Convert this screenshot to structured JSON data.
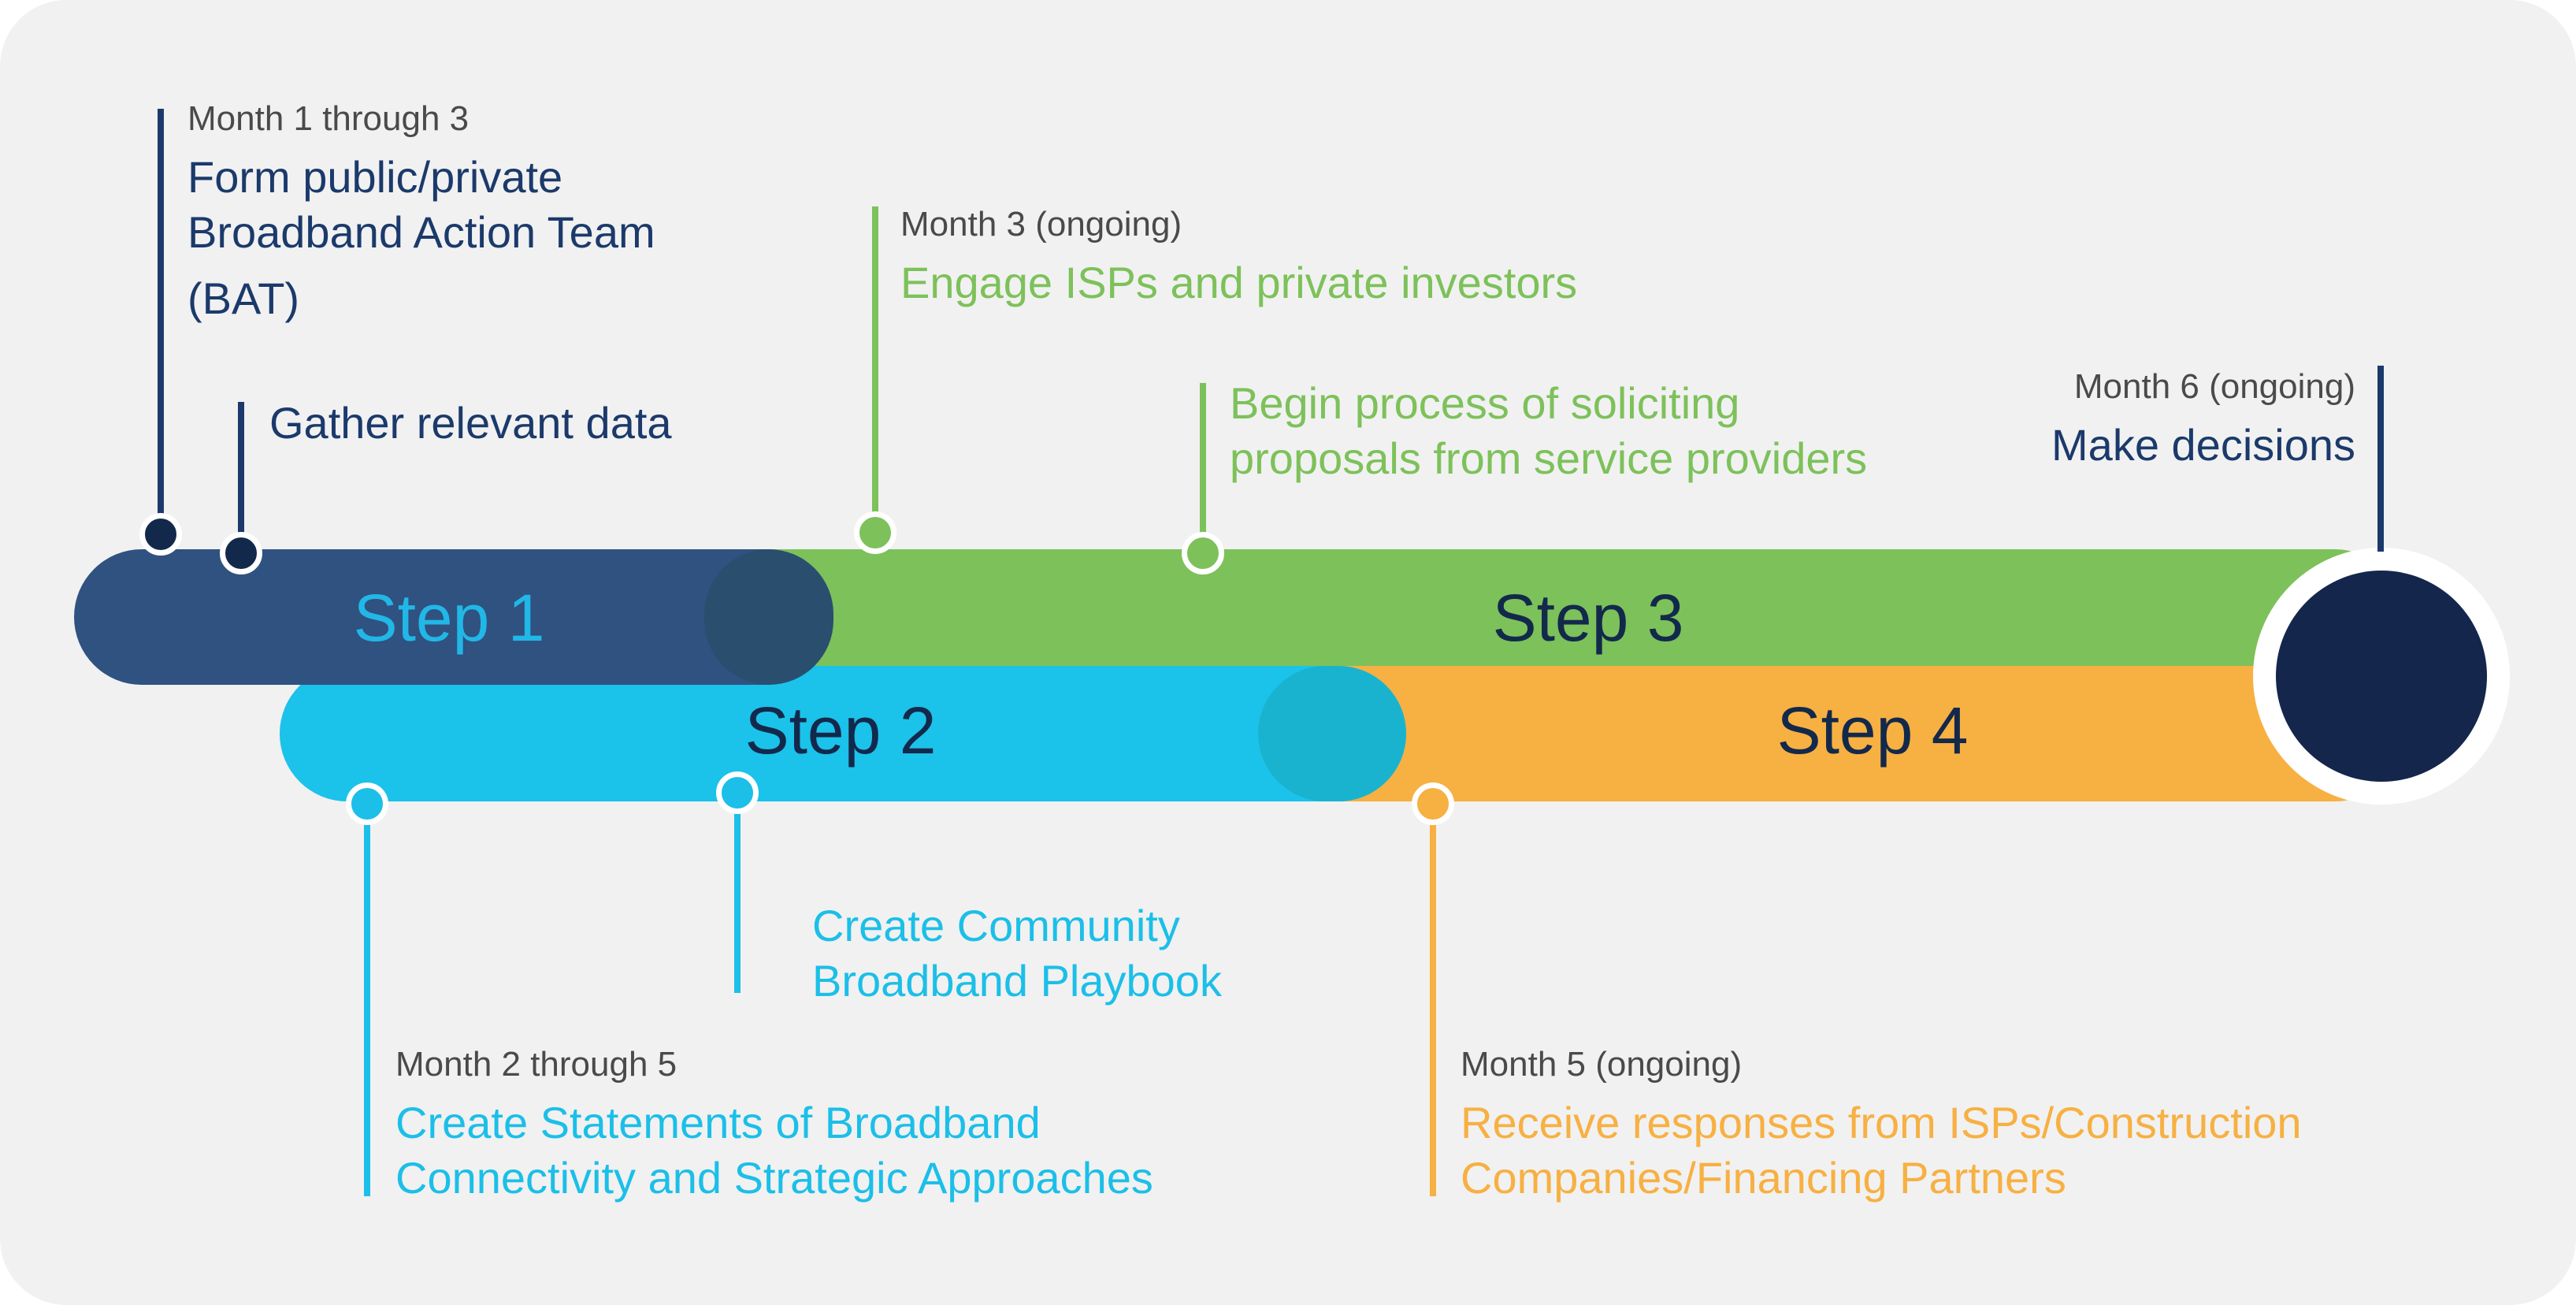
{
  "steps": {
    "step1": "Step 1",
    "step2": "Step 2",
    "step3": "Step 3",
    "step4": "Step 4"
  },
  "milestones": {
    "bat": {
      "meta": "Month 1 through 3",
      "lines": [
        "Form public/private",
        "Broadband Action Team",
        "(BAT)"
      ]
    },
    "gather": {
      "lines": [
        "Gather relevant data"
      ]
    },
    "engage": {
      "meta": "Month 3 (ongoing)",
      "lines": [
        "Engage ISPs and private investors"
      ]
    },
    "solicit": {
      "lines": [
        "Begin process of soliciting",
        "proposals from service providers"
      ]
    },
    "decisions": {
      "meta": "Month 6 (ongoing)",
      "lines": [
        "Make decisions"
      ]
    },
    "statements": {
      "meta": "Month 2 through 5",
      "lines": [
        "Create Statements of Broadband",
        "Connectivity and Strategic Approaches"
      ]
    },
    "playbook": {
      "lines": [
        "Create Community",
        "Broadband Playbook"
      ]
    },
    "responses": {
      "meta": "Month 5 (ongoing)",
      "lines": [
        "Receive responses from ISPs/Construction",
        "Companies/Financing Partners"
      ]
    }
  },
  "colors": {
    "navy": "#1b3a6b",
    "step1": "#2f5281",
    "green": "#7dc15a",
    "cyan": "#1bbfe8",
    "orange": "#f7b042",
    "dark_circle": "#14264c"
  }
}
